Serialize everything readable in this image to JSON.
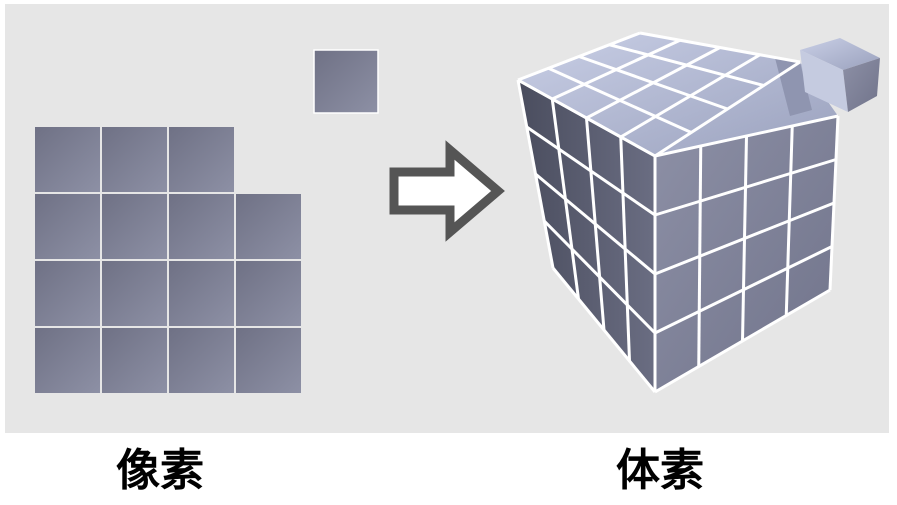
{
  "labels": {
    "pixel": "像素",
    "voxel": "体素"
  },
  "colors": {
    "panel_background": "#e6e6e6",
    "tile": "#7d7f93",
    "tile_border": "#ffffff",
    "cube_top": "#a8aec8",
    "cube_left": "#55586b",
    "cube_right": "#83869c",
    "arrow_outline": "#555555",
    "arrow_fill": "#ffffff"
  },
  "icons": {
    "arrow": "outlined-right-arrow-icon"
  },
  "pixel_grid": {
    "rows": 4,
    "columns": 4,
    "missing_cells": [
      [
        0,
        3
      ]
    ],
    "detached_cells": 1
  },
  "voxel_cube": {
    "size": 4,
    "detached_cubes": 1
  }
}
